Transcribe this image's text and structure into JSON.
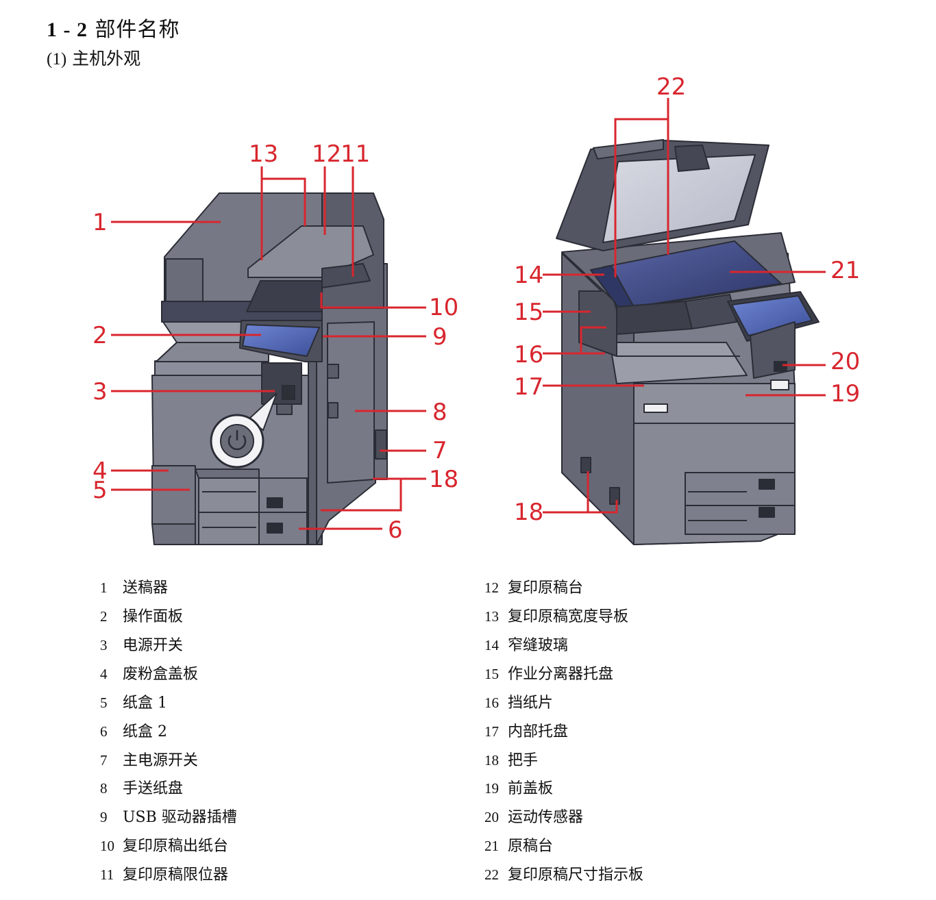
{
  "heading": {
    "number": "1 - 2",
    "title": "部件名称"
  },
  "subheading": {
    "number": "(1)",
    "title": "主机外观"
  },
  "callouts": {
    "c1": "1",
    "c2": "2",
    "c3": "3",
    "c4": "4",
    "c5": "5",
    "c6": "6",
    "c7": "7",
    "c8": "8",
    "c9": "9",
    "c10": "10",
    "c11": "11",
    "c12": "12",
    "c13": "13",
    "c14": "14",
    "c15": "15",
    "c16": "16",
    "c17": "17",
    "c18a": "18",
    "c18b": "18",
    "c19": "19",
    "c20": "20",
    "c21": "21",
    "c22": "22"
  },
  "legend_left": [
    {
      "num": "1",
      "text": "送稿器"
    },
    {
      "num": "2",
      "text": "操作面板"
    },
    {
      "num": "3",
      "text": "电源开关"
    },
    {
      "num": "4",
      "text": "废粉盒盖板"
    },
    {
      "num": "5",
      "text": "纸盒 1"
    },
    {
      "num": "6",
      "text": "纸盒 2"
    },
    {
      "num": "7",
      "text": "主电源开关"
    },
    {
      "num": "8",
      "text": "手送纸盘"
    },
    {
      "num": "9",
      "text": "USB 驱动器插槽"
    },
    {
      "num": "10",
      "text": "复印原稿出纸台"
    },
    {
      "num": "11",
      "text": "复印原稿限位器"
    }
  ],
  "legend_right": [
    {
      "num": "12",
      "text": "复印原稿台"
    },
    {
      "num": "13",
      "text": "复印原稿宽度导板"
    },
    {
      "num": "14",
      "text": "窄缝玻璃"
    },
    {
      "num": "15",
      "text": "作业分离器托盘"
    },
    {
      "num": "16",
      "text": "挡纸片"
    },
    {
      "num": "17",
      "text": "内部托盘"
    },
    {
      "num": "18",
      "text": "把手"
    },
    {
      "num": "19",
      "text": "前盖板"
    },
    {
      "num": "20",
      "text": "运动传感器"
    },
    {
      "num": "21",
      "text": "原稿台"
    },
    {
      "num": "22",
      "text": "复印原稿尺寸指示板"
    }
  ],
  "colors": {
    "accent": "#d8262e",
    "body": "#7d7f8f",
    "dark": "#3a3c46",
    "screen": "#4a5fa8"
  },
  "icons": [
    "power-button-icon"
  ]
}
